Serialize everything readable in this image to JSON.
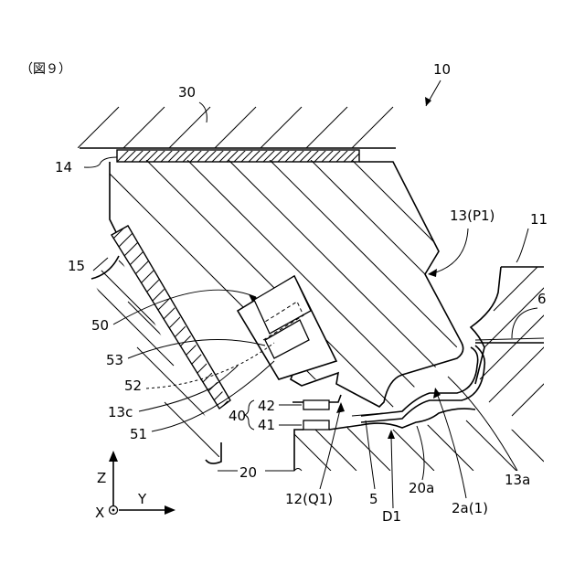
{
  "figure_title": "（図９）",
  "labels": {
    "assembly": "10",
    "member_30": "30",
    "part_14": "14",
    "part_15": "15",
    "part_13_p1": "13(P1)",
    "part_11": "11",
    "part_6": "6",
    "part_50": "50",
    "part_53": "53",
    "part_52": "52",
    "part_13c": "13c",
    "part_51": "51",
    "part_42": "42",
    "part_40": "40",
    "part_41": "41",
    "part_20": "20",
    "part_12_q1": "12(Q1)",
    "part_5": "5",
    "part_d1": "D1",
    "part_20a": "20a",
    "part_2a_1": "2a(1)",
    "part_13a": "13a"
  },
  "axes": {
    "z": "Z",
    "y": "Y",
    "x": "X"
  }
}
